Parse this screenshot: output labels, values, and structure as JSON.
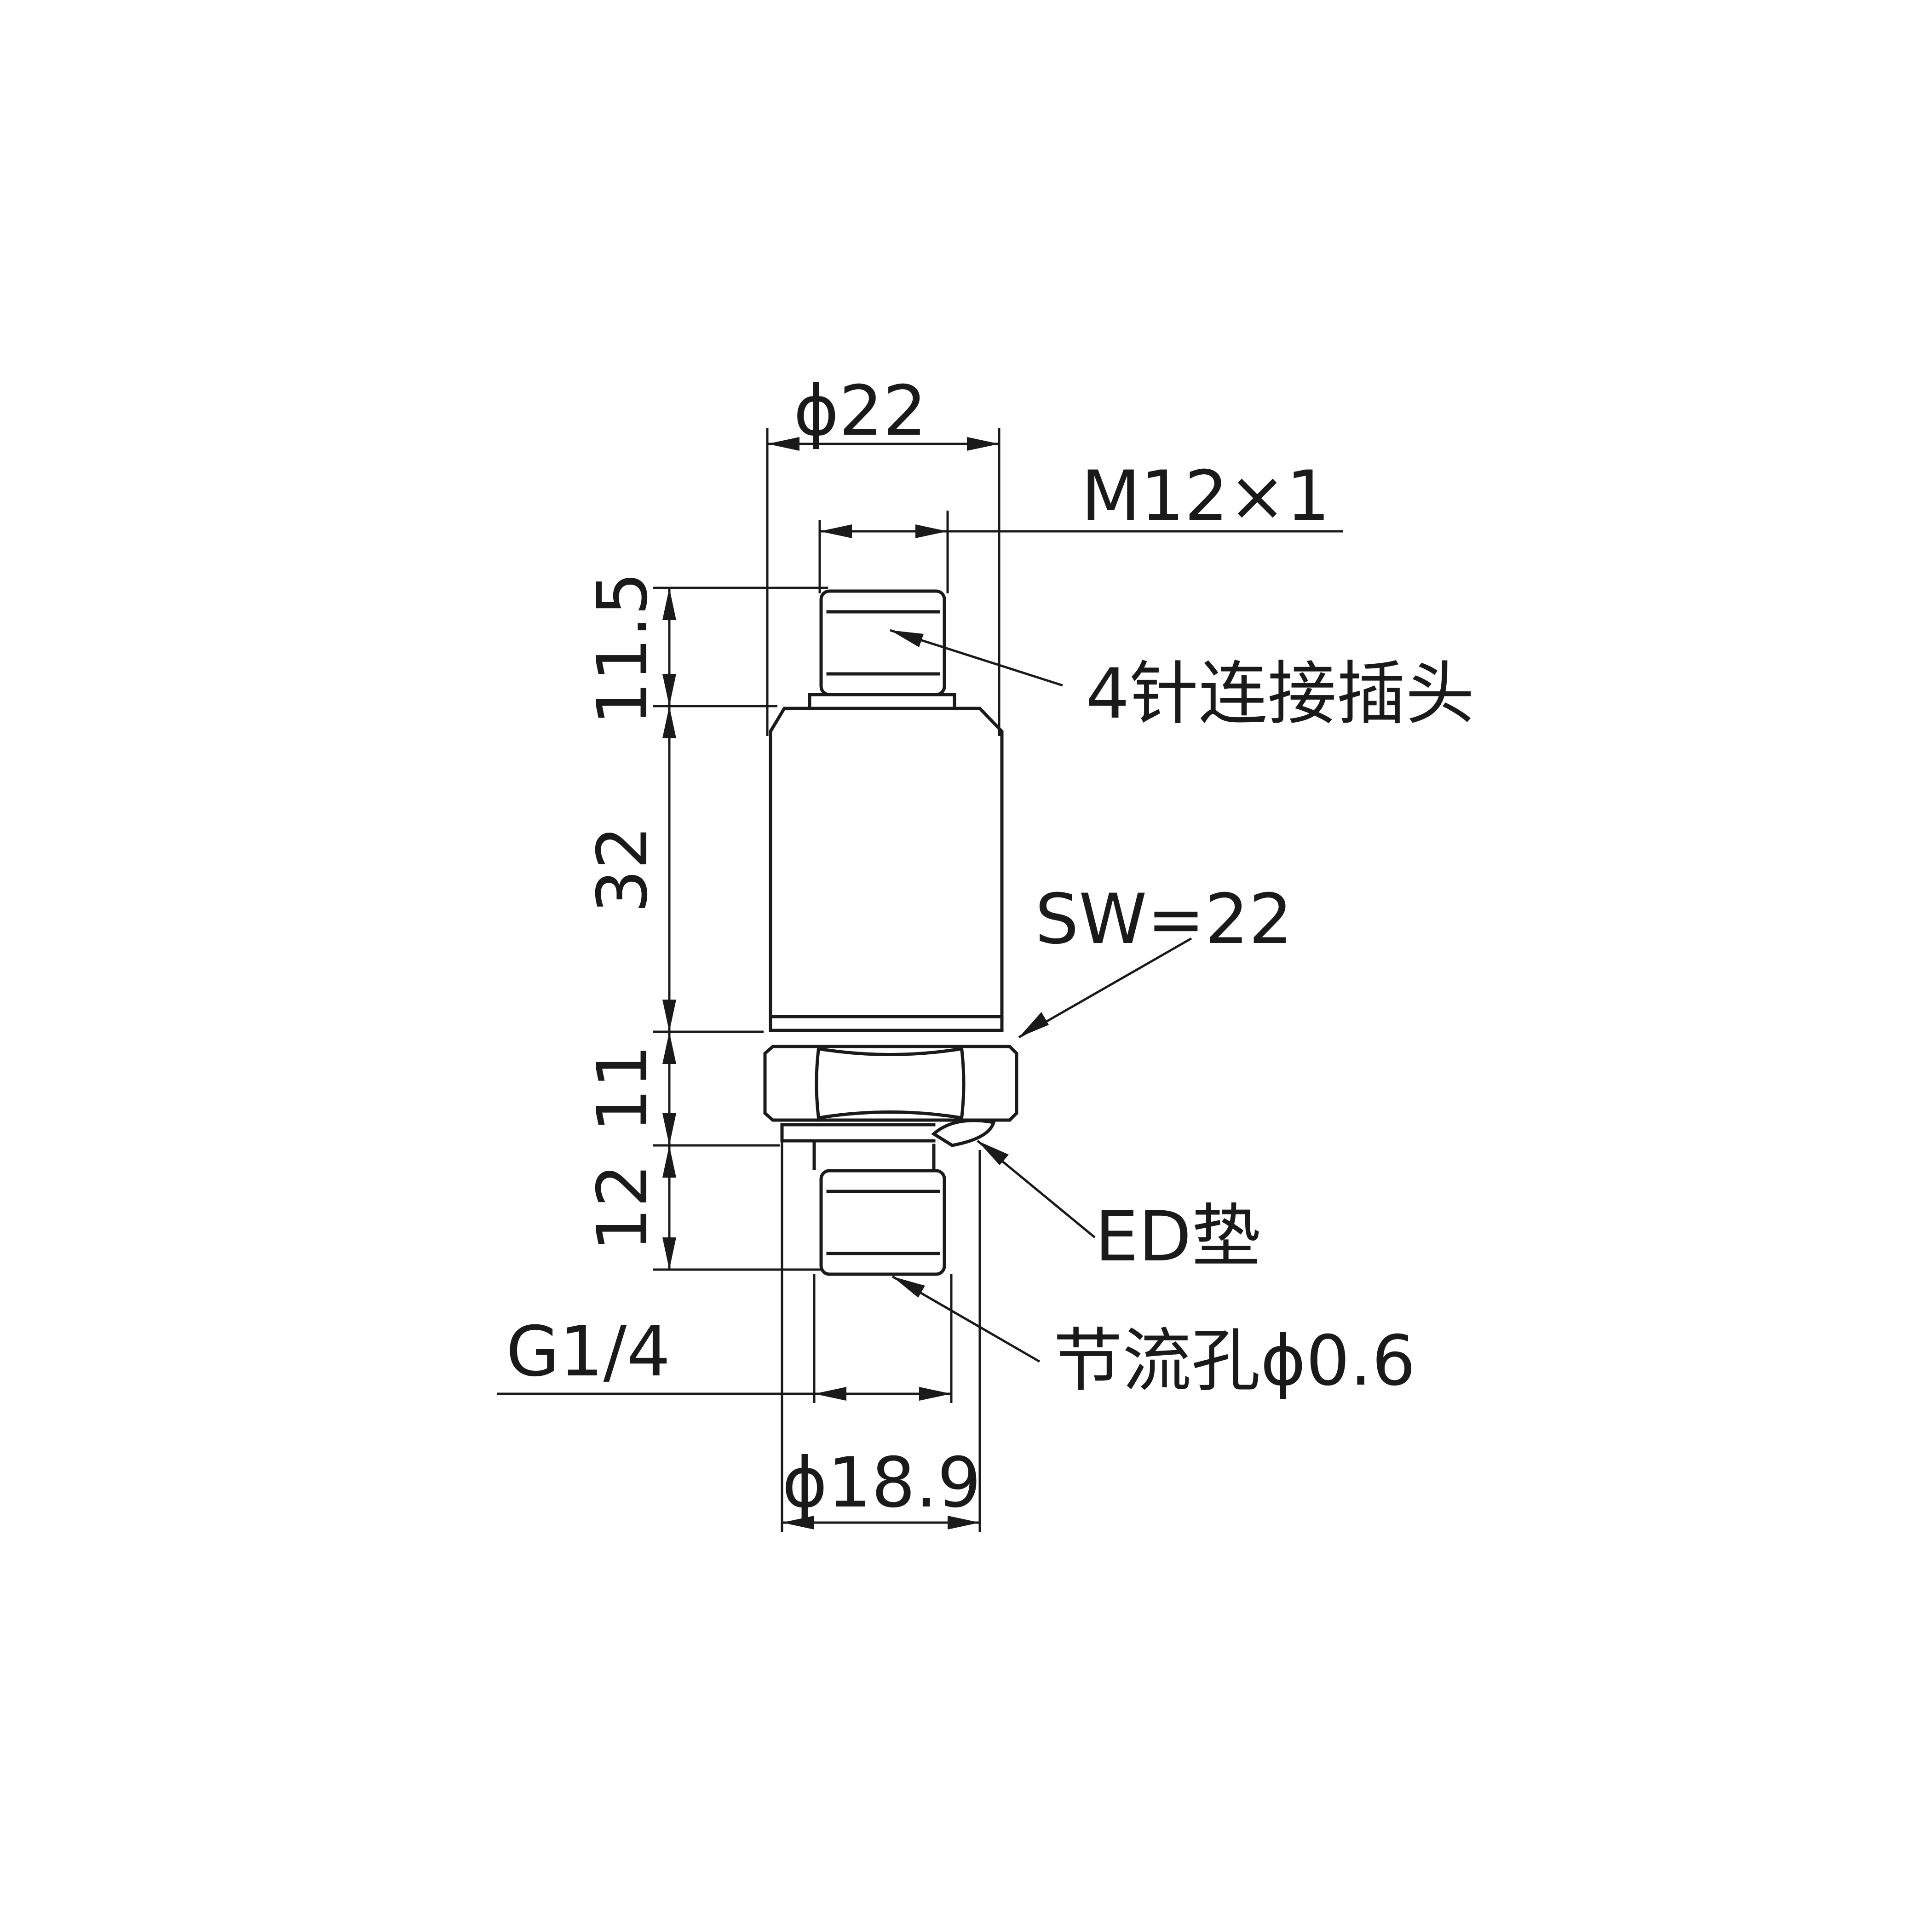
{
  "diagram": {
    "labels": {
      "dia_top": "ϕ22",
      "thread_top": "M12×1",
      "connector": "4针连接插头",
      "wrench": "SW=22",
      "gasket": "ED垫",
      "orifice": "节流孔ϕ0.6",
      "thread_bottom": "G1/4",
      "dia_bottom": "ϕ18.9"
    },
    "dimensions": {
      "connector_height": "11.5",
      "body_height": "32",
      "hex_height": "11",
      "thread_height": "12"
    },
    "colors": {
      "line": "#1a1a1a",
      "background": "#ffffff"
    }
  }
}
